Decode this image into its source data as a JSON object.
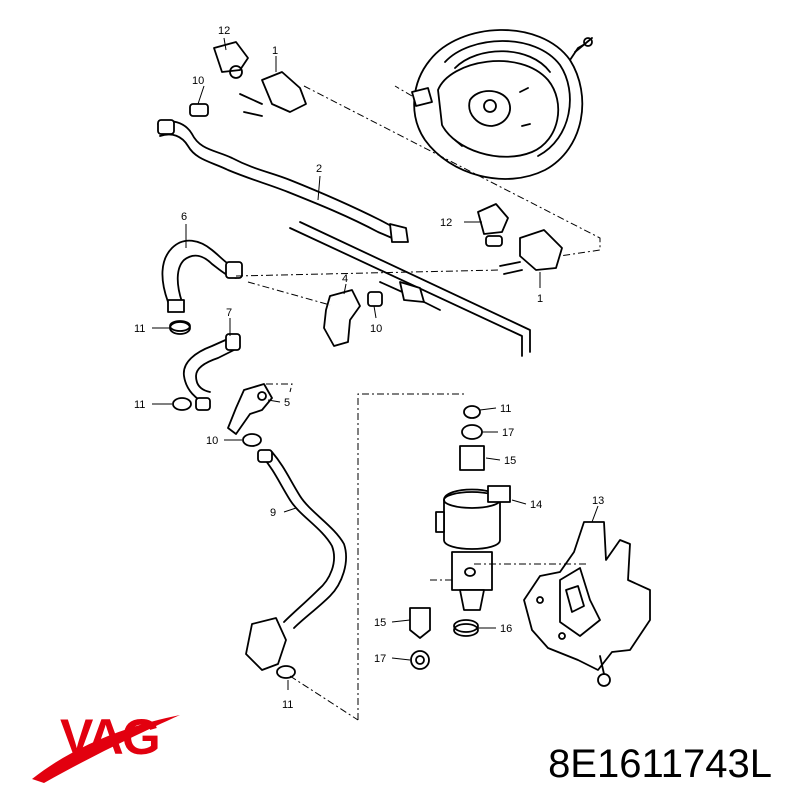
{
  "diagram": {
    "callouts": {
      "c12a": "12",
      "c1a": "1",
      "c10a": "10",
      "c2": "2",
      "c6": "6",
      "c12b": "12",
      "c4": "4",
      "c1b": "1",
      "c11a": "11",
      "c10b": "10",
      "c7": "7",
      "c11b": "11",
      "c5": "5",
      "c10c": "10",
      "c9": "9",
      "c11c": "11",
      "c11d": "11",
      "c17a": "17",
      "c15a": "15",
      "c14": "14",
      "c13": "13",
      "c15b": "15",
      "c16": "16",
      "c17b": "17"
    }
  },
  "brand": {
    "name": "VAG",
    "color": "#e2000f"
  },
  "part_number": "8E1611743L"
}
